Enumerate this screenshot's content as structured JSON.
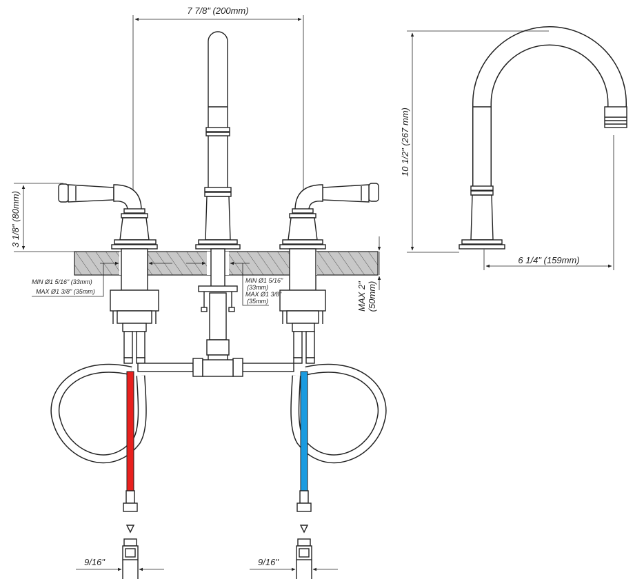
{
  "dimensions": {
    "spread": "7 7/8\" (200mm)",
    "handle_height": "3 1/8\" (80mm)",
    "spout_height": "10 1/2\" (267 mm)",
    "spout_reach": "6 1/4\" (159mm)",
    "deck_thickness_l1": "MAX 2\"",
    "deck_thickness_l2": "(50mm)",
    "left_hole_l1": "MIN Ø1 5/16\" (33mm)",
    "left_hole_l2": "MAX Ø1 3/8\" (35mm)",
    "center_hole_l1": "MIN Ø1 5/16\"",
    "center_hole_l2": "(33mm)",
    "center_hole_l3": "MAX Ø1 3/8\"",
    "center_hole_l4": "(35mm)",
    "left_nut": "9/16\"",
    "right_nut": "9/16\""
  },
  "colors": {
    "line": "#222222",
    "hot": "#e8201e",
    "cold": "#1a9be0",
    "deck": "#c8c8c8"
  }
}
